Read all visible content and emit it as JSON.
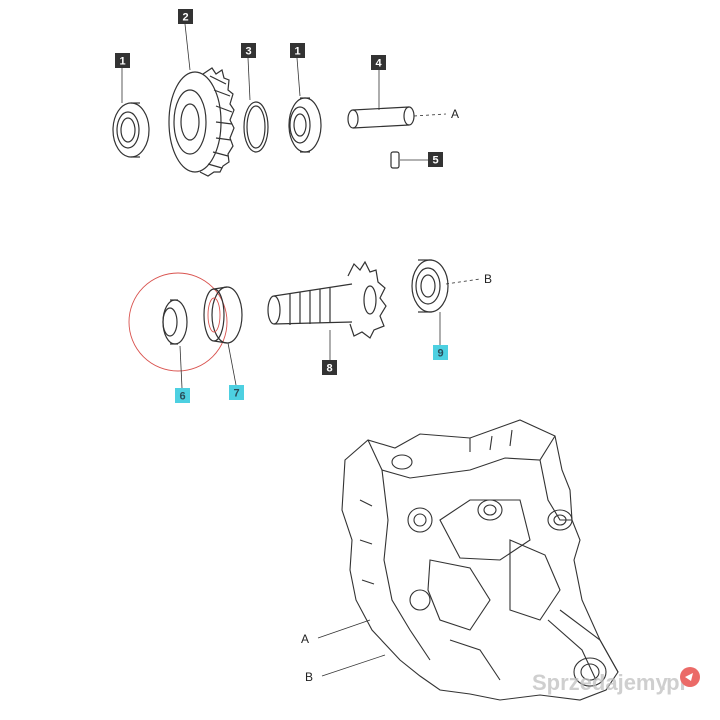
{
  "colors": {
    "line": "#333333",
    "tag_dark": "#333333",
    "tag_dark_text": "#ffffff",
    "tag_cyan": "#4dd0e1",
    "tag_cyan_text": "#2a4d5a",
    "highlight_circle": "#d9534f",
    "watermark": "#bfbfbf",
    "watermark_accent": "#e53935"
  },
  "callouts": [
    {
      "label": "1",
      "style": "dark"
    },
    {
      "label": "2",
      "style": "dark"
    },
    {
      "label": "3",
      "style": "dark"
    },
    {
      "label": "1",
      "style": "dark"
    },
    {
      "label": "4",
      "style": "dark"
    },
    {
      "label": "5",
      "style": "dark"
    },
    {
      "label": "8",
      "style": "dark"
    },
    {
      "label": "9",
      "style": "cyan"
    },
    {
      "label": "6",
      "style": "cyan"
    },
    {
      "label": "7",
      "style": "cyan"
    }
  ],
  "reference_letters": [
    "A",
    "B",
    "A",
    "B"
  ],
  "watermark": {
    "text_main": "Sprzedajemy",
    "text_suffix": ".pl",
    "icon": "sprzedajemy-logo-icon"
  }
}
